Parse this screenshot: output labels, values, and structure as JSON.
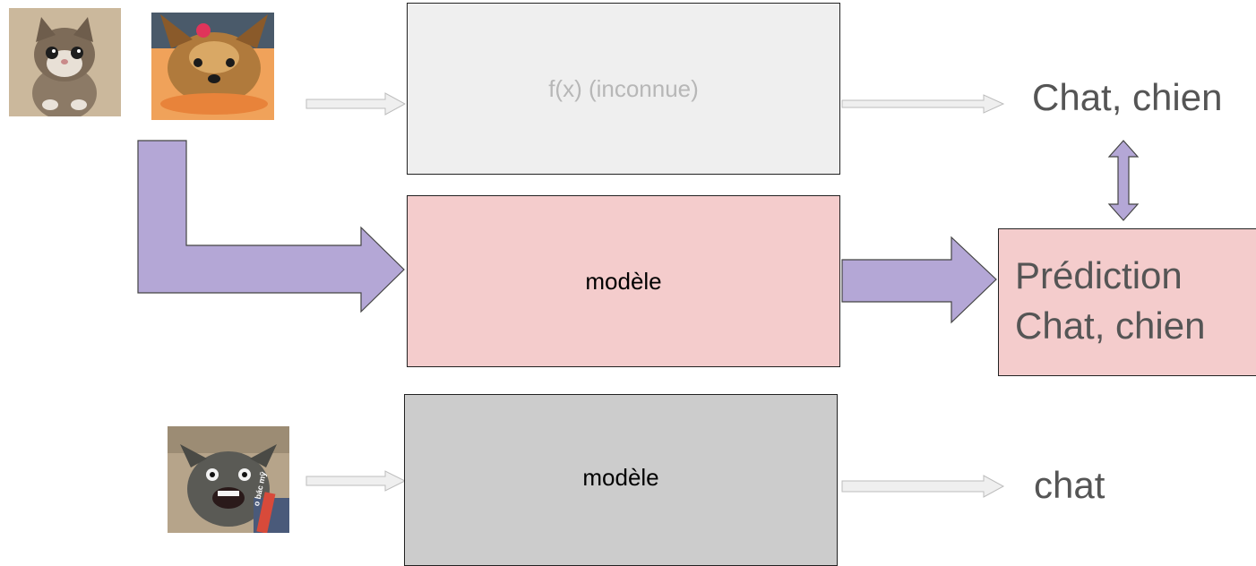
{
  "diagram": {
    "top_row": {
      "function_box_label": "f(x) (inconnue)",
      "output_label": "Chat, chien",
      "images": [
        {
          "name": "kitten-photo",
          "description_icon": "kitten-photo"
        },
        {
          "name": "yorkie-dog-photo",
          "description_icon": "yorkie-dog-photo"
        }
      ]
    },
    "middle_row": {
      "model_box_label": "modèle",
      "prediction_box_lines": [
        "Prédiction",
        "Chat, chien"
      ]
    },
    "bottom_row": {
      "model_box_label": "modèle",
      "output_label": "chat",
      "image_overlay_text": "o bác mỹ"
    },
    "colors": {
      "function_box_fill": "#efefef",
      "model_box_fill": "#f4cccc",
      "bottom_model_box_fill": "#cccccc",
      "fat_arrow_fill": "#b4a7d6",
      "thin_arrow_fill": "#efefef",
      "text_gray": "#555555",
      "text_light_gray": "#b7b7b7"
    }
  }
}
